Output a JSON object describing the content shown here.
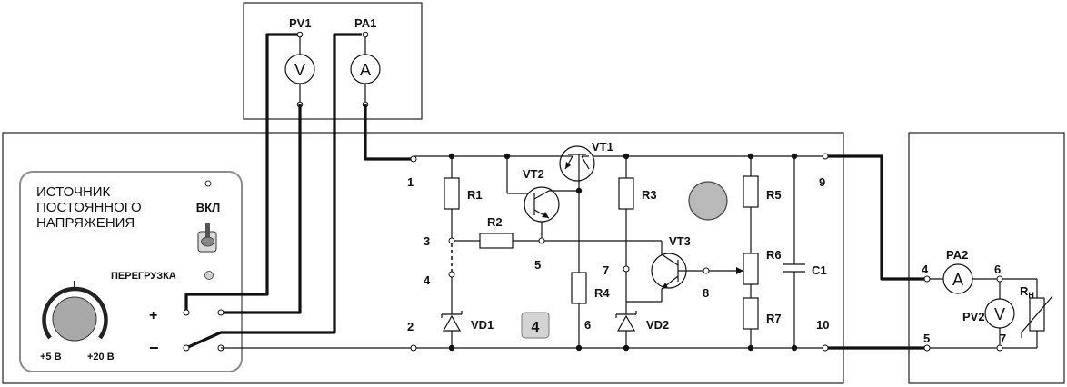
{
  "meters": {
    "pv1_label": "PV1",
    "pa1_label": "PA1",
    "pa2_label": "PA2",
    "pv2_label": "PV2",
    "volt_symbol": "V",
    "amp_symbol": "A"
  },
  "source": {
    "title_lines": [
      "ИСТОЧНИК",
      "ПОСТОЯННОГО",
      "НАПРЯЖЕНИЯ"
    ],
    "power_label": "ВКЛ",
    "overload_label": "ПЕРЕГРУЗКА",
    "plus_label": "+",
    "minus_label": "−",
    "knob_min": "+5 В",
    "knob_max": "+20 В"
  },
  "board": {
    "module_number": "4",
    "components": {
      "vt1": "VT1",
      "vt2": "VT2",
      "vt3": "VT3",
      "r1": "R1",
      "r2": "R2",
      "r3": "R3",
      "r4": "R4",
      "r5": "R5",
      "r6": "R6",
      "r7": "R7",
      "vd1": "VD1",
      "vd2": "VD2",
      "c1": "C1"
    },
    "terminals": {
      "t1": "1",
      "t2": "2",
      "t3": "3",
      "t4": "4",
      "t5": "5",
      "t6": "6",
      "t7": "7",
      "t8": "8",
      "t9": "9",
      "t10": "10"
    }
  },
  "load": {
    "t4": "4",
    "t5": "5",
    "t6": "6",
    "t7": "7",
    "rh_main": "R",
    "rh_sub": "Н"
  },
  "colors": {
    "indicator_grey": "#b9b9b9",
    "panel_border": "#8c8c8c",
    "wire": "#111111"
  }
}
